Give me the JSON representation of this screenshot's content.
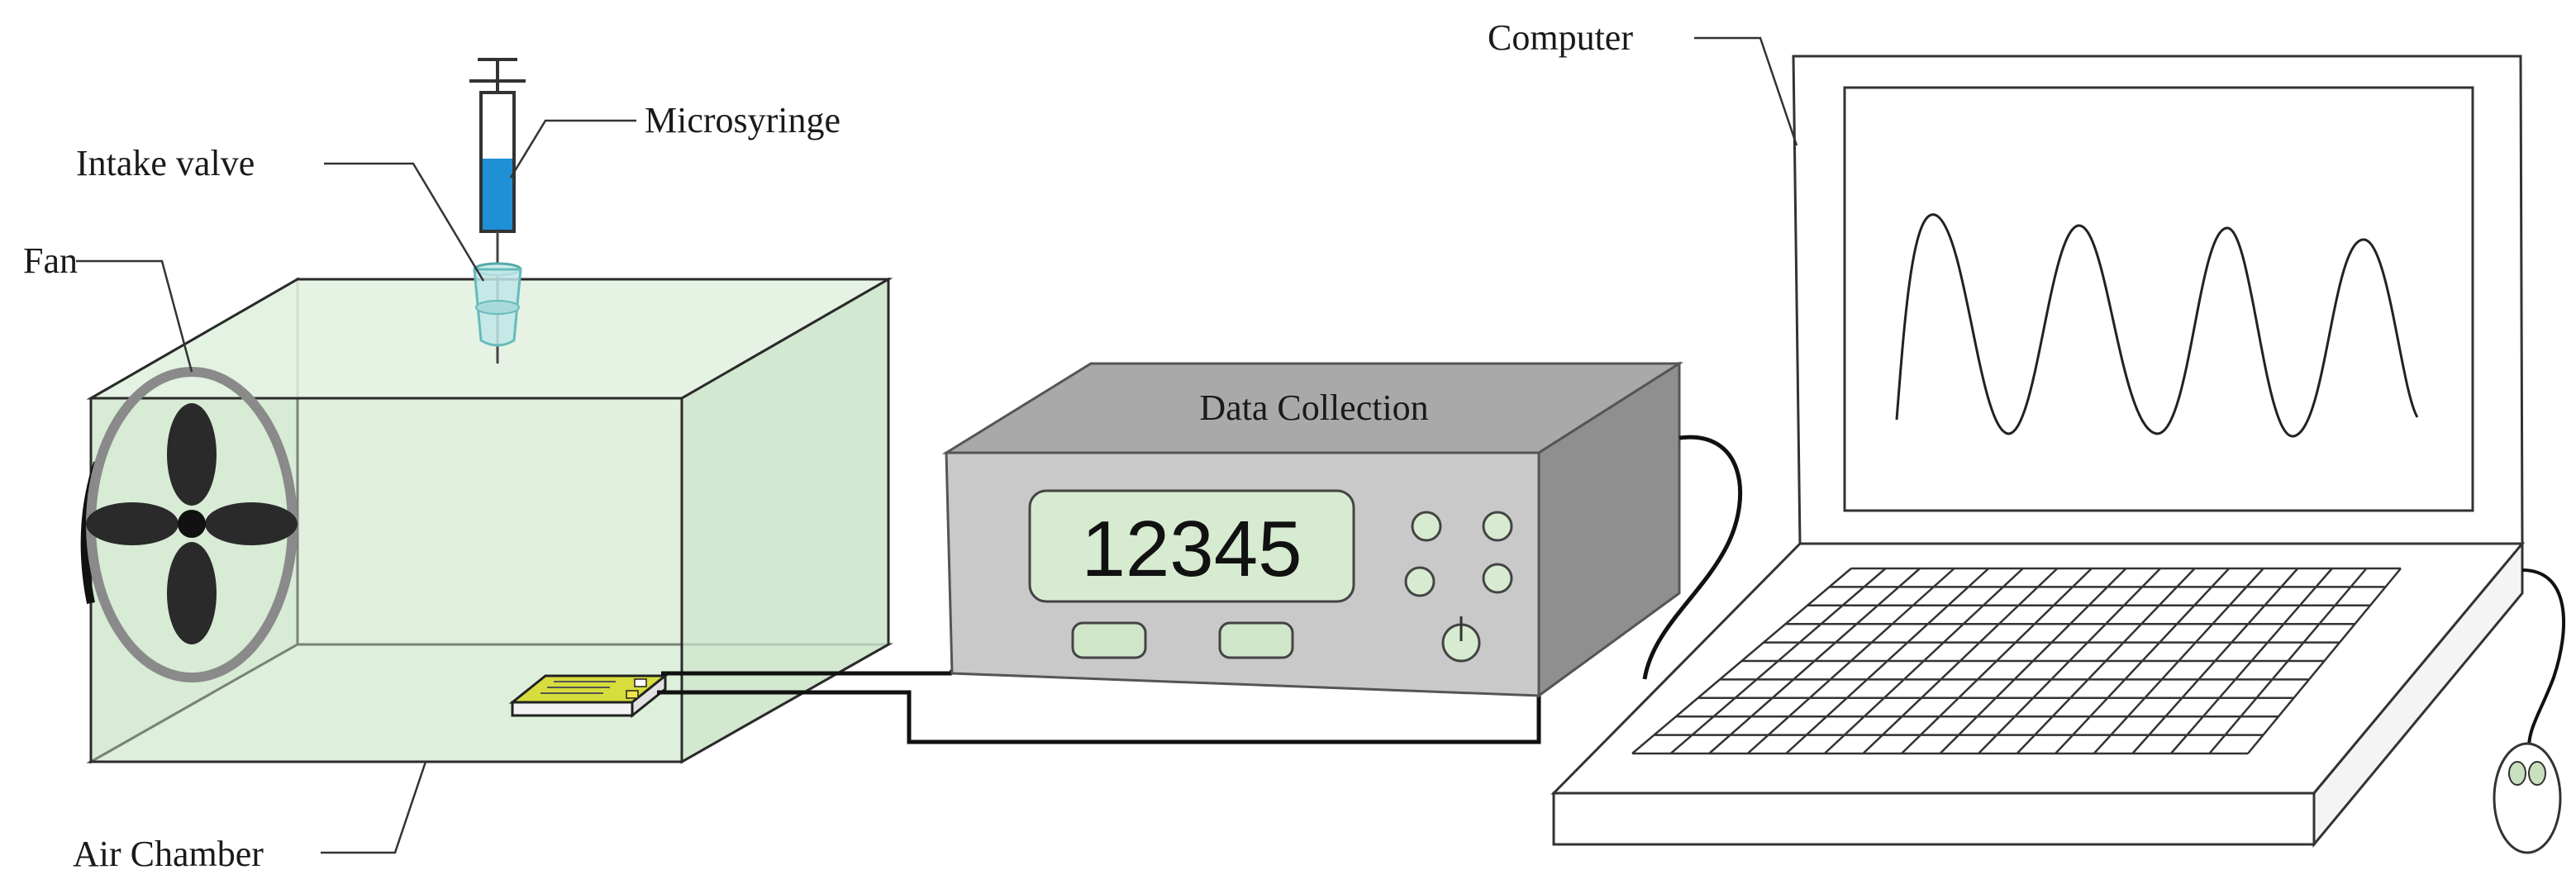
{
  "labels": {
    "microsyringe": "Microsyringe",
    "intake_valve": "Intake valve",
    "fan": "Fan",
    "air_chamber": "Air Chamber",
    "data_collection": "Data Collection",
    "computer": "Computer"
  },
  "display": {
    "reading": "12345"
  },
  "colors": {
    "chamber_fill": "#d8ecd6",
    "chamber_edge": "#2b2b2b",
    "device_front": "#c9c9c9",
    "device_top": "#a9a9a9",
    "device_side": "#8f8f8f",
    "lcd": "#d6ebcf",
    "syringe_liquid": "#1f8fd6",
    "sensor": "#c9d63a",
    "fan_blade": "#2a2a2a",
    "fan_ring": "#8a8a8a"
  },
  "icons": [
    "fan-icon",
    "microsyringe-icon",
    "intake-valve-icon",
    "sensor-chip-icon",
    "laptop-icon",
    "mouse-icon",
    "knob-icon"
  ]
}
